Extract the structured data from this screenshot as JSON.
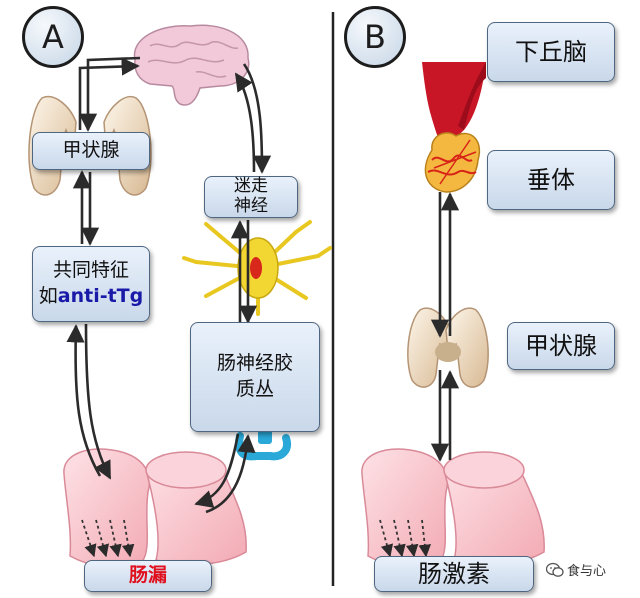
{
  "panels": {
    "a": {
      "letter": "A",
      "thyroid_label": "甲状腺",
      "common_features_line1": "共同特征",
      "common_features_prefix": "如",
      "common_features_example": "anti-tTg",
      "vagus_line1": "迷走",
      "vagus_line2": "神经",
      "enteric_line1": "肠神经胶",
      "enteric_line2": "质丛",
      "leaky_gut_label": "肠漏"
    },
    "b": {
      "letter": "B",
      "hypothalamus_label": "下丘脑",
      "pituitary_label": "垂体",
      "thyroid_label": "甲状腺",
      "gut_hormone_label": "肠激素"
    }
  },
  "watermark": "食与心",
  "colors": {
    "arrow": "#2b2b2b",
    "box_top": "#e9f1fb",
    "box_bottom": "#c9d8ea",
    "leaky_gut_text": "#e0101e",
    "example_text": "#1a1aa8"
  }
}
